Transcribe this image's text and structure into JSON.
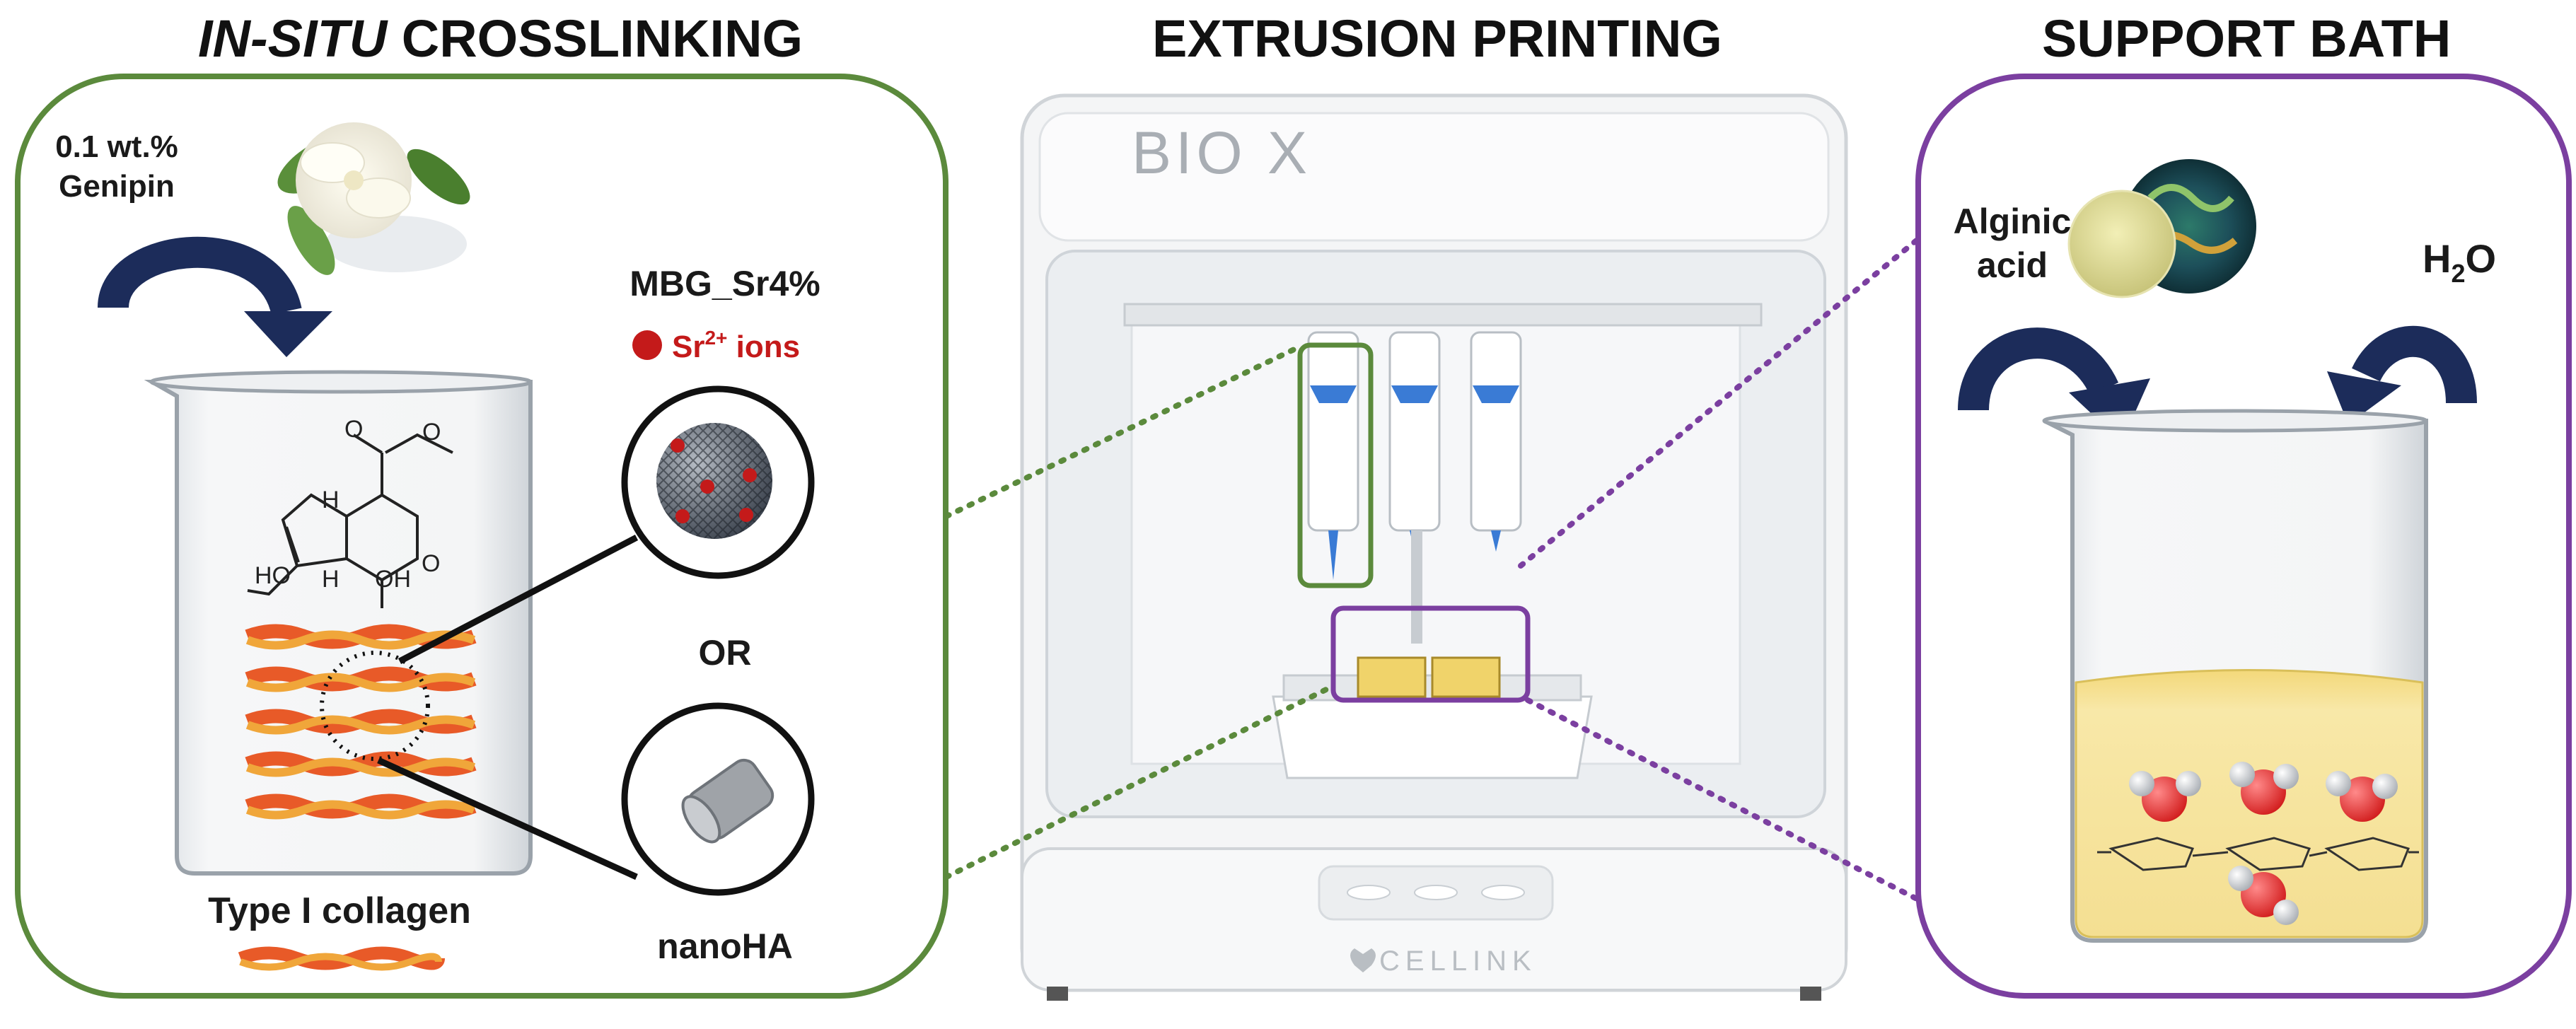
{
  "headers": {
    "left_italic": "IN-SITU",
    "left_rest": " CROSSLINKING",
    "center": "EXTRUSION PRINTING",
    "right": "SUPPORT BATH"
  },
  "left_panel": {
    "genipin_line1": "0.1 wt.%",
    "genipin_line2": "Genipin",
    "mbg_label": "MBG_Sr4%",
    "sr_label": "Sr",
    "sr_sup": "2+",
    "sr_suffix": " ions",
    "or_label": "OR",
    "nanoha_label": "nanoHA",
    "collagen_label": "Type I collagen",
    "molecule_labels": {
      "h1": "H",
      "h2": "H",
      "ho": "HO",
      "oh": "OH",
      "o_ring": "O",
      "o_ester1": "O",
      "o_ester2": "O"
    }
  },
  "center_panel": {
    "printer_brand": "BIO X",
    "footer_brand": "CELLINK"
  },
  "right_panel": {
    "alginic_line1": "Alginic",
    "alginic_line2": "acid",
    "water_h": "H",
    "water_sub": "2",
    "water_o": "O"
  },
  "colors": {
    "left_border": "#5b8a3c",
    "right_border": "#7b3fa0",
    "arrow_navy": "#1c2c5a",
    "sr_red": "#c41a1a",
    "gel_yellow": "#f6e49a"
  }
}
